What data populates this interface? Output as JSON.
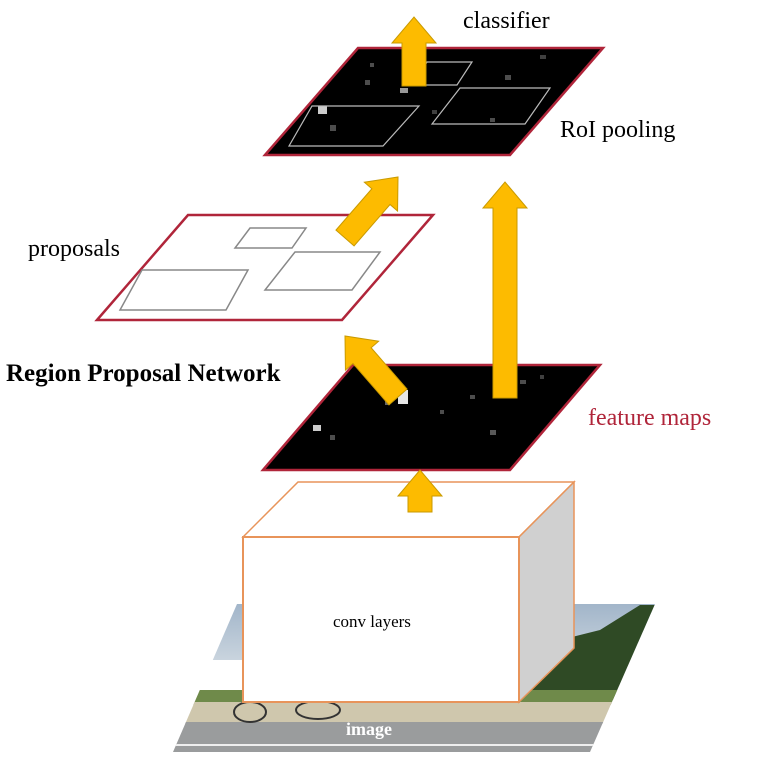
{
  "labels": {
    "classifier": "classifier",
    "roi_pooling": "RoI pooling",
    "proposals": "proposals",
    "rpn": "Region Proposal Network",
    "feature_maps": "feature maps",
    "conv_layers": "conv layers",
    "image": "image"
  },
  "colors": {
    "arrow": "#fdbb00",
    "arrow_stroke": "#c99a00",
    "plane_border": "#b0253a",
    "feature_maps_text": "#b0253a",
    "conv_border": "#e8945a",
    "conv_side": "#d0d0d0"
  }
}
